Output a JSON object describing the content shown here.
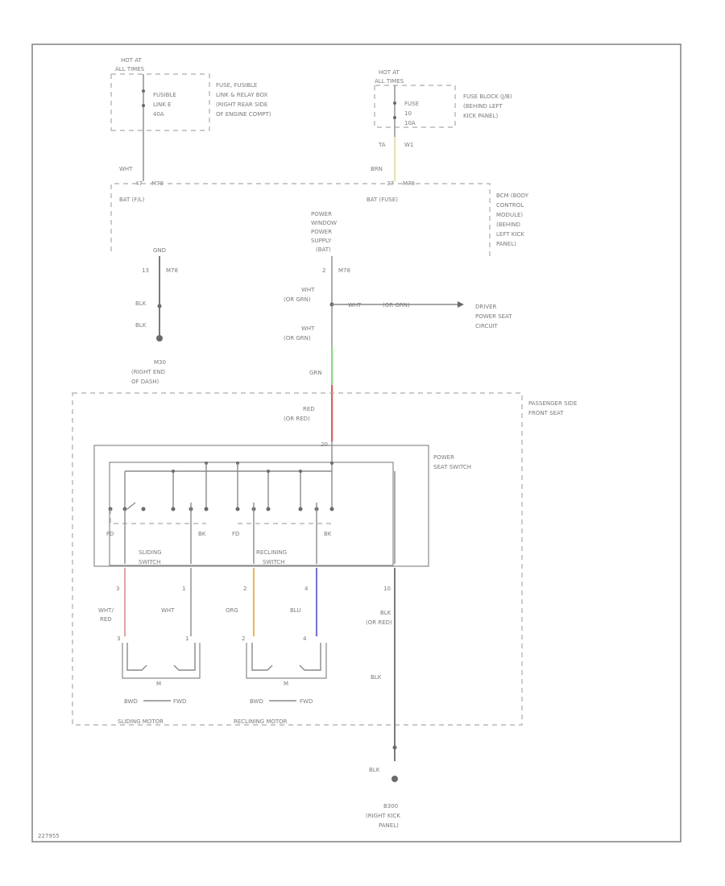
{
  "colors": {
    "yellow_wire": "#f0e29a",
    "green_wire": "#7ee07e",
    "red_wire": "#e85a4f",
    "pink_wire": "#f0a0a0",
    "orange_wire": "#f5b060",
    "blue_wire": "#7070f0",
    "line": "#8a8a8a"
  },
  "hot_left": {
    "line1": "HOT AT",
    "line2": "ALL TIMES"
  },
  "fusible": {
    "line1": "FUSIBLE",
    "line2": "LINK E",
    "line3": "40A"
  },
  "fuse_box": {
    "line1": "FUSE, FUSIBLE",
    "line2": "LINK & RELAY BOX",
    "line3": "(RIGHT REAR SIDE",
    "line4": "OF ENGINE COMPT)"
  },
  "hot_right": {
    "line1": "HOT AT",
    "line2": "ALL TIMES"
  },
  "fuse": {
    "line1": "FUSE",
    "line2": "10",
    "line3": "10A"
  },
  "fuse_block": {
    "line1": "FUSE BLOCK (J/B)",
    "line2": "(BEHIND LEFT",
    "line3": "KICK PANEL)"
  },
  "wires": {
    "wht_top": "WHT",
    "brn_top": "BRN",
    "ta": "TA",
    "w1": "W1",
    "wht_or_grn_1": "WHT",
    "or_grn_1": "(OR GRN)",
    "wht_or_grn_2": "WHT",
    "or_grn_2": "(OR GRN)",
    "wht_branch": "WHT",
    "or_grn_branch": "(OR GRN)",
    "grn": "GRN",
    "red": "RED",
    "or_red": "(OR RED)",
    "blk_gnd1": "BLK",
    "blk_gnd2": "BLK",
    "pin3_label": "WHT/",
    "pin3_label2": "RED",
    "pin1_label": "WHT",
    "pin2_label": "ORG",
    "pin4_label": "BLU",
    "blk_right": "BLK",
    "or_red_right": "(OR RED)",
    "blk_mid": "BLK",
    "blk_bottom": "BLK"
  },
  "connectors": {
    "m1": "47",
    "m1_code": "M78",
    "m2": "37",
    "m2_code": "M78",
    "gnd_pin": "13",
    "gnd_code": "M78",
    "gnd_top": "GND",
    "pwr_pin": "2",
    "pwr_code": "M78",
    "switch_pin": "20",
    "p3": "3",
    "p1": "1",
    "p2": "2",
    "p4": "4",
    "p10": "10",
    "m3": "3",
    "m1b": "1",
    "m2b": "2",
    "m4": "4"
  },
  "bcm": {
    "bat_fl": "BAT (F/L)",
    "bat_fuse": "BAT (FUSE)",
    "power_window": "POWER",
    "power_window2": "WINDOW",
    "power_window3": "POWER",
    "power_window4": "SUPPLY",
    "power_window5": "(BAT)",
    "label1": "BCM (BODY",
    "label2": "CONTROL",
    "label3": "MODULE)",
    "label4": "(BEHIND",
    "label5": "LEFT KICK",
    "label6": "PANEL)"
  },
  "driver": {
    "line1": "DRIVER",
    "line2": "POWER SEAT",
    "line3": "CIRCUIT"
  },
  "ground_left": {
    "code": "M30",
    "line1": "(RIGHT END",
    "line2": "OF DASH)"
  },
  "seat": {
    "line1": "PASSENGER SIDE",
    "line2": "FRONT SEAT"
  },
  "switch": {
    "line1": "POWER",
    "line2": "SEAT SWITCH",
    "sliding": "SLIDING",
    "sliding2": "SWITCH",
    "reclining": "RECLINING",
    "reclining2": "SWITCH",
    "fd1": "FD",
    "bk1": "BK",
    "fd2": "FD",
    "bk2": "BK"
  },
  "motors": {
    "m_symbol1": "M",
    "m_symbol2": "M",
    "bwd1": "BWD",
    "fwd1": "FWD",
    "bwd2": "BWD",
    "fwd2": "FWD",
    "sliding": "SLIDING MOTOR",
    "reclining": "RECLINING MOTOR"
  },
  "ground_right": {
    "code": "B300",
    "line1": "(RIGHT KICK",
    "line2": "PANEL)"
  },
  "footer": {
    "code": "227955"
  }
}
